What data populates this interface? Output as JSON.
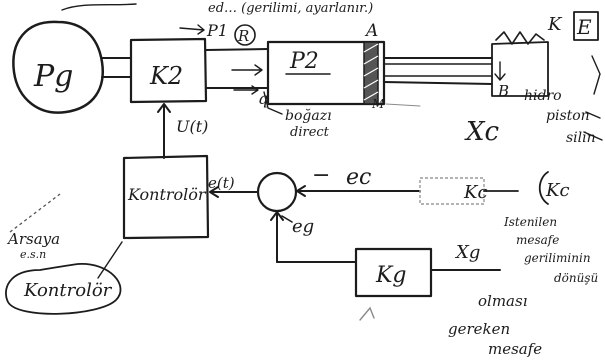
{
  "diagram": {
    "top_scribble": "ed… (gerilimi, ayarlanır.)",
    "pg": "Pg",
    "k2": "K2",
    "p1": "P1",
    "r": "R",
    "p2": "P2",
    "a": "A",
    "e_top": "E",
    "k_top": "K",
    "b": "B",
    "hidro": "hidro",
    "piston": "piston",
    "silindir": "silin",
    "u": "U(t)",
    "q": "q",
    "bogaz": "boğazı",
    "direct": "direct",
    "controller_box": "Kontrolör",
    "e_t": "e(t)",
    "minus": "−",
    "ec": "ec",
    "kc": "Kc",
    "xc": "Xc",
    "kc_right": "Kc",
    "eg": "eg",
    "kg": "Kg",
    "xg": "Xg",
    "arsaya": "Arsaya",
    "ekstra": "e.s.n",
    "kontrolor_oval": "Kontrolör",
    "right_note": [
      "Istenilen",
      "mesafe",
      "geriliminin",
      "dönüşü"
    ],
    "olmasi": [
      "olması",
      "gereken",
      "mesafe"
    ]
  }
}
